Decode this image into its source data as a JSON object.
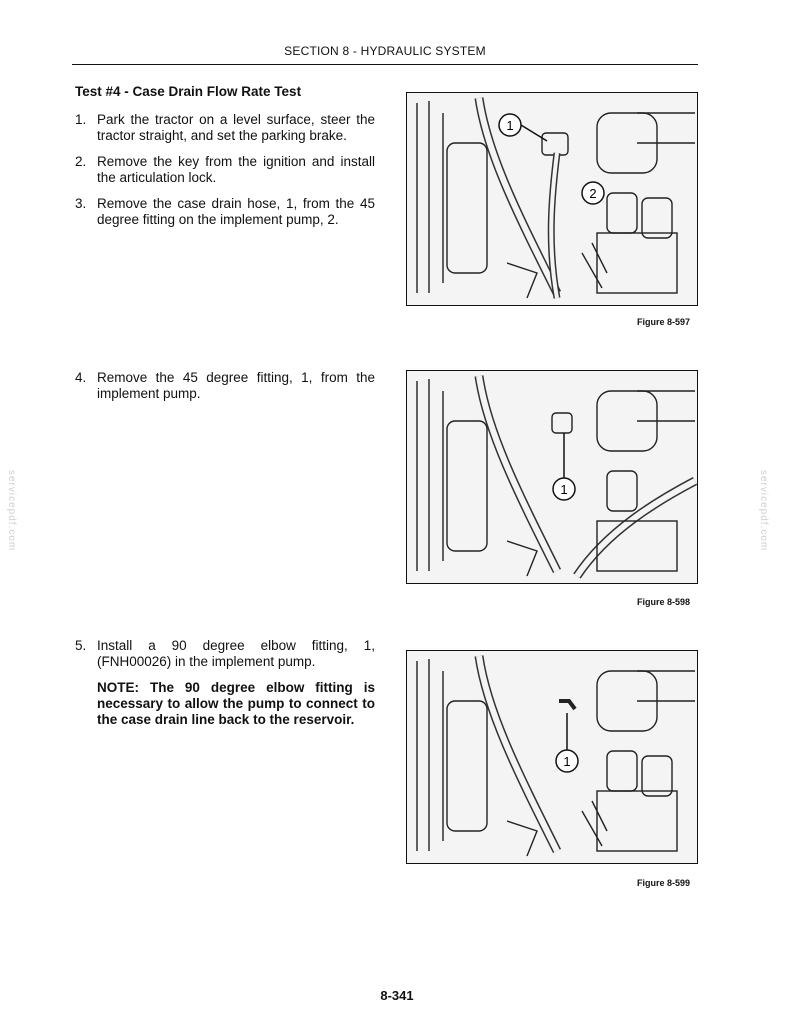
{
  "header": {
    "section": "SECTION 8 - HYDRAULIC SYSTEM"
  },
  "test_title": "Test #4 - Case Drain Flow Rate Test",
  "steps": [
    {
      "num": "1.",
      "text": "Park the tractor on a level surface, steer the tractor straight, and set the parking brake."
    },
    {
      "num": "2.",
      "text": "Remove the key from the ignition and install the articulation lock."
    },
    {
      "num": "3.",
      "text": "Remove the case drain hose, 1, from the 45 degree fitting on the implement pump, 2."
    },
    {
      "num": "4.",
      "text": "Remove the 45 degree fitting, 1, from the implement pump."
    },
    {
      "num": "5.",
      "text": "Install a 90 degree elbow fitting, 1, (FNH00026) in the implement pump."
    }
  ],
  "note": "NOTE: The 90 degree elbow fitting is necessary to allow the pump to connect to the case drain line back to the reservoir.",
  "figures": [
    {
      "caption": "Figure 8-597",
      "callouts": [
        "1",
        "2"
      ]
    },
    {
      "caption": "Figure 8-598",
      "callouts": [
        "1"
      ]
    },
    {
      "caption": "Figure 8-599",
      "callouts": [
        "1"
      ]
    }
  ],
  "watermark": "servicepdf.com",
  "page_number": "8-341"
}
